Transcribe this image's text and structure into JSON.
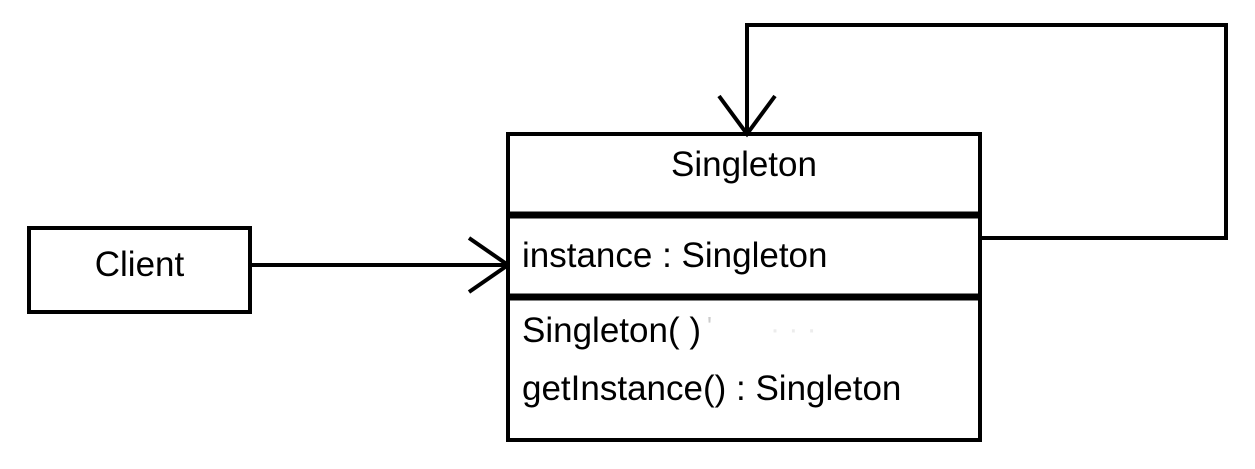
{
  "diagram": {
    "title": "Singleton pattern UML class diagram",
    "background_color": "#ffffff",
    "line_color": "#000000",
    "text_color": "#000000",
    "classes": [
      {
        "id": "client",
        "name": "Client",
        "compartments": [
          "name"
        ],
        "attributes": [],
        "operations": []
      },
      {
        "id": "singleton",
        "name": "Singleton",
        "compartments": [
          "name",
          "attributes",
          "operations"
        ],
        "attributes": [
          "instance : Singleton"
        ],
        "operations": [
          "Singleton( )",
          "getInstance() : Singleton"
        ]
      }
    ],
    "relationships": [
      {
        "id": "client-to-singleton",
        "type": "association",
        "from": "client",
        "to": "singleton",
        "arrowhead": "open-stick",
        "label": ""
      },
      {
        "id": "singleton-self-reference",
        "type": "association",
        "from": "singleton",
        "to": "singleton",
        "arrowhead": "open-stick",
        "label": ""
      }
    ],
    "artifacts": {
      "inside_parens": "'",
      "trailing": "· · ·"
    }
  }
}
